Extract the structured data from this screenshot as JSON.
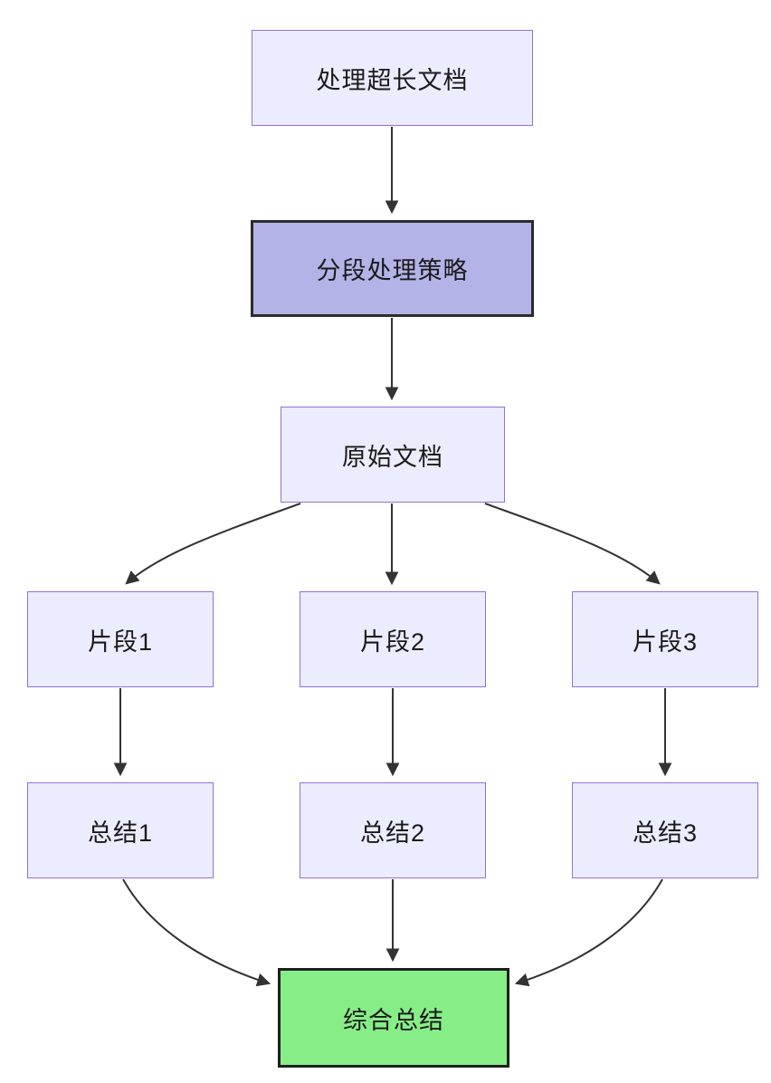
{
  "diagram": {
    "title": "long-document-processing-flowchart",
    "nodes": [
      {
        "id": "A",
        "label": "处理超长文档",
        "type": "default"
      },
      {
        "id": "B",
        "label": "分段处理策略",
        "type": "highlight"
      },
      {
        "id": "C",
        "label": "原始文档",
        "type": "default"
      },
      {
        "id": "D",
        "label": "片段1",
        "type": "default"
      },
      {
        "id": "E",
        "label": "片段2",
        "type": "default"
      },
      {
        "id": "F",
        "label": "片段3",
        "type": "default"
      },
      {
        "id": "G",
        "label": "总结1",
        "type": "default"
      },
      {
        "id": "H",
        "label": "总结2",
        "type": "default"
      },
      {
        "id": "I",
        "label": "总结3",
        "type": "default"
      },
      {
        "id": "J",
        "label": "综合总结",
        "type": "success"
      }
    ],
    "edges": [
      {
        "from": "A",
        "to": "B"
      },
      {
        "from": "B",
        "to": "C"
      },
      {
        "from": "C",
        "to": "D"
      },
      {
        "from": "C",
        "to": "E"
      },
      {
        "from": "C",
        "to": "F"
      },
      {
        "from": "D",
        "to": "G"
      },
      {
        "from": "E",
        "to": "H"
      },
      {
        "from": "F",
        "to": "I"
      },
      {
        "from": "G",
        "to": "J"
      },
      {
        "from": "H",
        "to": "J"
      },
      {
        "from": "I",
        "to": "J"
      }
    ],
    "colors": {
      "node_fill": "#ECECFF",
      "node_border": "#9370DB",
      "highlight_fill": "#b3b3e8",
      "highlight_border": "#2b2b2b",
      "success_fill": "#87ee87",
      "success_border": "#1f1f1f",
      "edge": "#333333",
      "text": "#1a1a1a",
      "background": "#ffffff"
    }
  }
}
